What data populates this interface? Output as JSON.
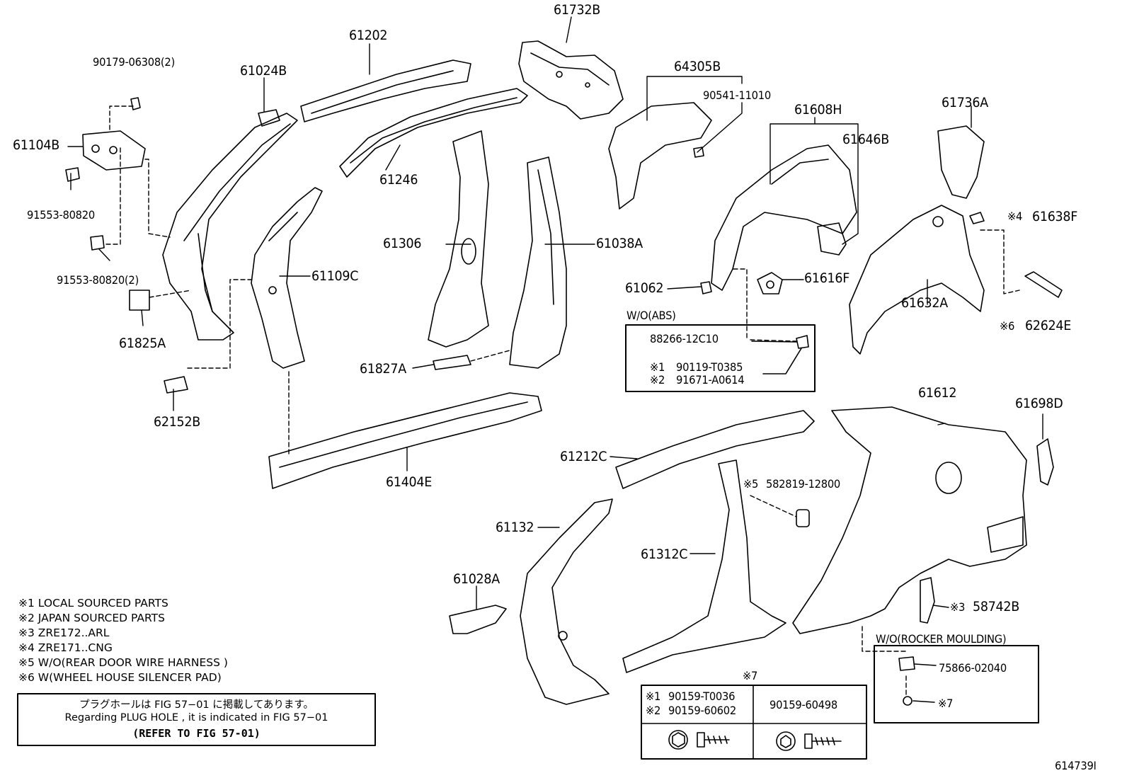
{
  "labels": {
    "p61732B": "61732B",
    "p61202": "61202",
    "p90179": "90179-06308(2)",
    "p61024B": "61024B",
    "p64305B": "64305B",
    "p90541": "90541-11010",
    "p61608H": "61608H",
    "p61736A": "61736A",
    "p61104B": "61104B",
    "p61646B": "61646B",
    "p61246": "61246",
    "p91553a": "91553-80820",
    "p61638F": "61638F",
    "p61306": "61306",
    "p61038A": "61038A",
    "p91553b": "91553-80820(2)",
    "p61109C": "61109C",
    "p61062": "61062",
    "p61616F": "61616F",
    "p61825A": "61825A",
    "p61632A": "61632A",
    "p62624E": "62624E",
    "p61827A": "61827A",
    "p62152B": "62152B",
    "p61612": "61612",
    "p61698D": "61698D",
    "p61404E": "61404E",
    "p61212C": "61212C",
    "p582819": "582819-12800",
    "p61132": "61132",
    "p61312C": "61312C",
    "p61028A": "61028A",
    "p58742B": "58742B",
    "p75866": "75866-02040",
    "wo_abs": "W/O(ABS)",
    "p88266": "88266-12C10",
    "p90119": "90119-T0385",
    "p91671": "91671-A0614",
    "wo_rocker": "W/O(ROCKER MOULDING)",
    "mark4": "※4",
    "mark6": "※6",
    "mark3": "※3",
    "mark5": "※5",
    "mark7": "※7",
    "mark1": "※1",
    "mark2": "※2",
    "b_90159_T0036": "90159-T0036",
    "b_90159_60602": "90159-60602",
    "b_90159_60498": "90159-60498",
    "figure_id": "614739I"
  },
  "legend": [
    {
      "mark": "※1",
      "text": "LOCAL SOURCED PARTS"
    },
    {
      "mark": "※2",
      "text": "JAPAN SOURCED PARTS"
    },
    {
      "mark": "※3",
      "text": "ZRE172..ARL"
    },
    {
      "mark": "※4",
      "text": "ZRE171..CNG"
    },
    {
      "mark": "※5",
      "text": "W/O(REAR DOOR  WIRE HARNESS )"
    },
    {
      "mark": "※6",
      "text": "W(WHEEL HOUSE SILENCER PAD)"
    }
  ],
  "plug_note": {
    "line1": "プラグホールは FIG  57−01 に掲載してあります。",
    "line2": "Regarding  PLUG  HOLE , it is indicated in FIG  57−01",
    "line3": "(REFER TO FIG 57-01)"
  }
}
